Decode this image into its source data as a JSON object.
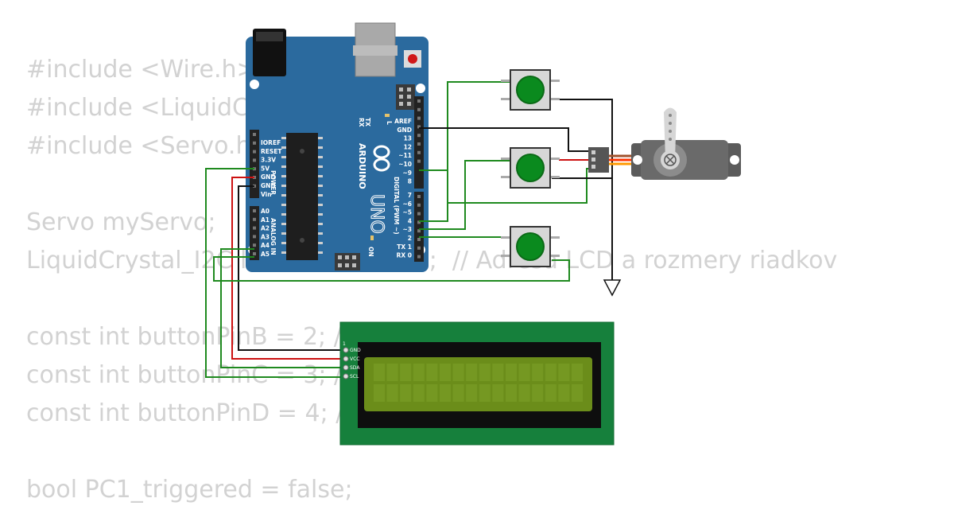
{
  "code": {
    "lines": [
      "#include <Wire.h>",
      "#include <LiquidCrystal_I2C.h>",
      "#include <Servo.h>",
      "",
      "Servo myServo;",
      "LiquidCrystal_I2C lcd(0x27, 16, 2);  // Adresa LCD a rozmery riadkov",
      "",
      "const int buttonPinB = 2; //",
      "const int buttonPinC = 3; //",
      "const int buttonPinD = 4; //",
      "",
      "bool PC1_triggered = false;"
    ]
  },
  "arduino": {
    "brand": "ARDUINO",
    "model": "UNO",
    "label_on": "ON",
    "label_l": "L",
    "label_tx": "TX",
    "label_rx": "RX",
    "digital_header": "DIGITAL (PWM ~)",
    "power_header": "POWER",
    "analog_header": "ANALOG IN",
    "power_pins": [
      "IOREF",
      "RESET",
      "3.3V",
      "5V",
      "GND",
      "GND",
      "Vin"
    ],
    "analog_pins": [
      "A0",
      "A1",
      "A2",
      "A3",
      "A4",
      "A5"
    ],
    "digital_pins_top": [
      "AREF",
      "GND",
      "13",
      "12",
      "~11",
      "~10",
      "~9",
      "8"
    ],
    "digital_pins_bottom": [
      "7",
      "~6",
      "~5",
      "4",
      "~3",
      "2",
      "TX 1",
      "RX 0"
    ]
  },
  "lcd": {
    "pin_header": "1",
    "pins": [
      "GND",
      "VCC",
      "SDA",
      "SCL"
    ]
  },
  "colors": {
    "board_blue": "#2a6496",
    "wire_green": "#1f8a1f",
    "wire_red": "#cc1111",
    "wire_black": "#111111",
    "button_green": "#0a8a1e",
    "lcd_pcb": "#16803c",
    "lcd_screen": "#6b8d1a"
  },
  "icons": [
    "ground-symbol-icon",
    "arduino-infinity-logo-icon"
  ]
}
